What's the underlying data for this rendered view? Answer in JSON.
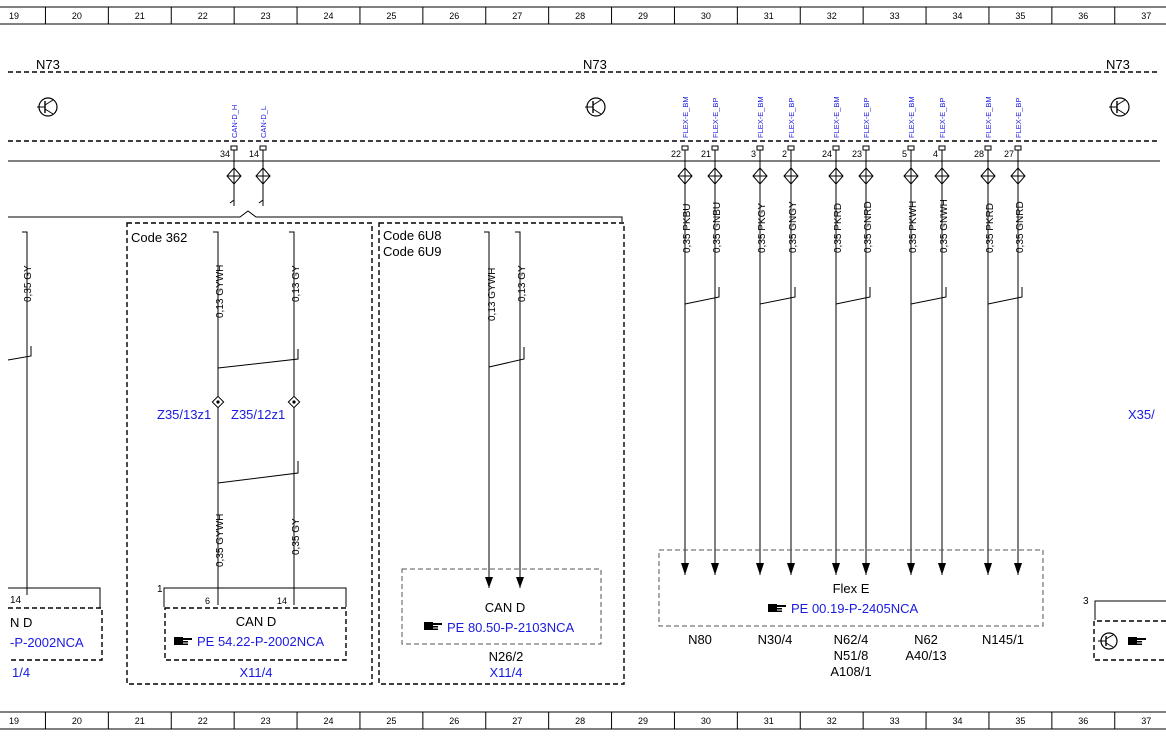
{
  "ruler": [
    "19",
    "20",
    "21",
    "22",
    "23",
    "24",
    "25",
    "26",
    "27",
    "28",
    "29",
    "30",
    "31",
    "32",
    "33",
    "34",
    "35",
    "36",
    "37"
  ],
  "modules": {
    "left": "N73",
    "center": "N73",
    "right": "N73"
  },
  "top_pins": [
    {
      "signal": "CAN-D_H",
      "pin": "34"
    },
    {
      "signal": "CAN-D_L",
      "pin": "14"
    },
    {
      "signal": "FLEX-E_BM",
      "pin": "22"
    },
    {
      "signal": "FLEX-E_BP",
      "pin": "21"
    },
    {
      "signal": "FLEX-E_BM",
      "pin": "3"
    },
    {
      "signal": "FLEX-E_BP",
      "pin": "2"
    },
    {
      "signal": "FLEX-E_BM",
      "pin": "24"
    },
    {
      "signal": "FLEX-E_BP",
      "pin": "23"
    },
    {
      "signal": "FLEX-E_BM",
      "pin": "5"
    },
    {
      "signal": "FLEX-E_BP",
      "pin": "4"
    },
    {
      "signal": "FLEX-E_BM",
      "pin": "28"
    },
    {
      "signal": "FLEX-E_BP",
      "pin": "27"
    }
  ],
  "flex_wires": [
    "0,35 PKBU",
    "0,35 GNBU",
    "0,35 PKGY",
    "0,35 GNGY",
    "0,35 PKRD",
    "0,35 GNRD",
    "0,35 PKWH",
    "0,35 GNWH",
    "0,35 PKRD",
    "0,35 GNRD"
  ],
  "left_wire": "0,35 GY",
  "left_box": {
    "pin": "14",
    "label": "N D",
    "ref": "-P-2002NCA",
    "conn": "1/4"
  },
  "code362": {
    "title": "Code 362",
    "wires_upper": [
      "0,13 GYWH",
      "0,13 GY"
    ],
    "splices": [
      "Z35/13z1",
      "Z35/12z1"
    ],
    "wires_lower": [
      "0,35 GYWH",
      "0,35 GY"
    ],
    "box_num": "1",
    "pins": [
      "6",
      "14"
    ],
    "box_label": "CAN D",
    "box_ref": "PE 54.22-P-2002NCA",
    "conn": "X11/4"
  },
  "code6u8": {
    "title1": "Code 6U8",
    "title2": "Code 6U9",
    "wires": [
      "0,13 GYWH",
      "0,13 GY"
    ],
    "box_label": "CAN D",
    "box_ref": "PE 80.50-P-2103NCA",
    "comp": "N26/2",
    "conn": "X11/4"
  },
  "flex_box": {
    "label": "Flex E",
    "ref": "PE 00.19-P-2405NCA",
    "comps": [
      [
        "N80"
      ],
      [
        "N30/4"
      ],
      [
        "N62/4",
        "N51/8",
        "A108/1"
      ],
      [
        "N62",
        "A40/13"
      ],
      [
        "N145/1"
      ]
    ]
  },
  "right_edge": {
    "splice": "X35/",
    "num": "3"
  }
}
